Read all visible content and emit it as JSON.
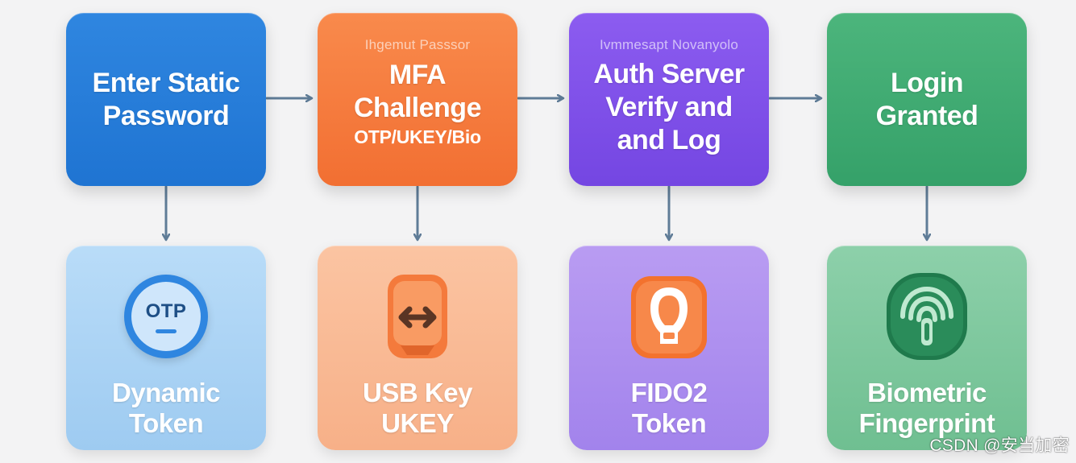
{
  "steps": [
    {
      "title_line1": "Enter Static",
      "title_line2": "Password"
    },
    {
      "caption": "Ihgemut Passsor",
      "title_line1": "MFA",
      "title_line2": "Challenge",
      "subtitle": "OTP/UKEY/Bio"
    },
    {
      "caption": "Ivmmesapt Novanyolo",
      "title_line1": "Auth Server",
      "title_line2": "Verify and",
      "title_line3": "and Log"
    },
    {
      "title_line1": "Login",
      "title_line2": "Granted"
    }
  ],
  "factors": [
    {
      "icon": "otp-token-icon",
      "icon_text": "OTP",
      "label_line1": "Dynamic",
      "label_line2": "Token"
    },
    {
      "icon": "usb-key-icon",
      "label_line1": "USB Key",
      "label_line2": "UKEY"
    },
    {
      "icon": "fido2-key-icon",
      "label_line1": "FIDO2",
      "label_line2": "Token"
    },
    {
      "icon": "fingerprint-icon",
      "label_line1": "Biometric",
      "label_line2": "Fingerprint"
    }
  ],
  "watermark": "CSDN @安当加密",
  "colors": {
    "blue": "#1f74d2",
    "orange": "#f26f32",
    "purple": "#7446e2",
    "green": "#35a169",
    "arrow": "#5f7c97"
  }
}
